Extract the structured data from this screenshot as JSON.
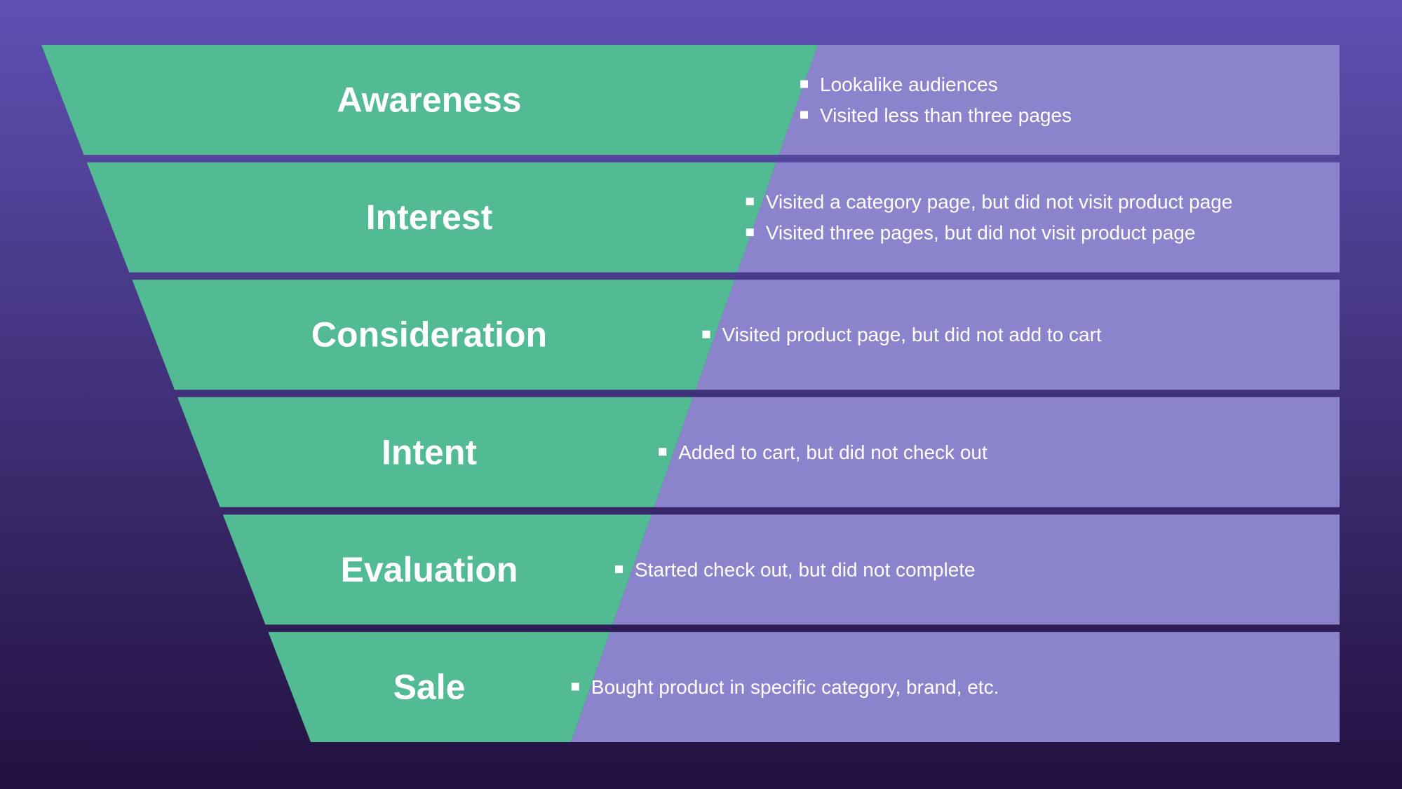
{
  "colors": {
    "background_top": "#5f50b3",
    "background_bottom": "#22113f",
    "funnel_green": "#52bb93",
    "panel_purple": "#8b84cc",
    "text": "#ffffff"
  },
  "stages": [
    {
      "name": "Awareness",
      "bullets": [
        "Lookalike audiences",
        "Visited less than three pages"
      ]
    },
    {
      "name": "Interest",
      "bullets": [
        "Visited a category page, but did not visit product page",
        "Visited three pages, but did not visit product page"
      ]
    },
    {
      "name": "Consideration",
      "bullets": [
        "Visited product page, but did not add to cart"
      ]
    },
    {
      "name": "Intent",
      "bullets": [
        "Added to cart, but did not check out"
      ]
    },
    {
      "name": "Evaluation",
      "bullets": [
        "Started check out, but did not complete"
      ]
    },
    {
      "name": "Sale",
      "bullets": [
        "Bought product in specific category, brand, etc."
      ]
    }
  ]
}
